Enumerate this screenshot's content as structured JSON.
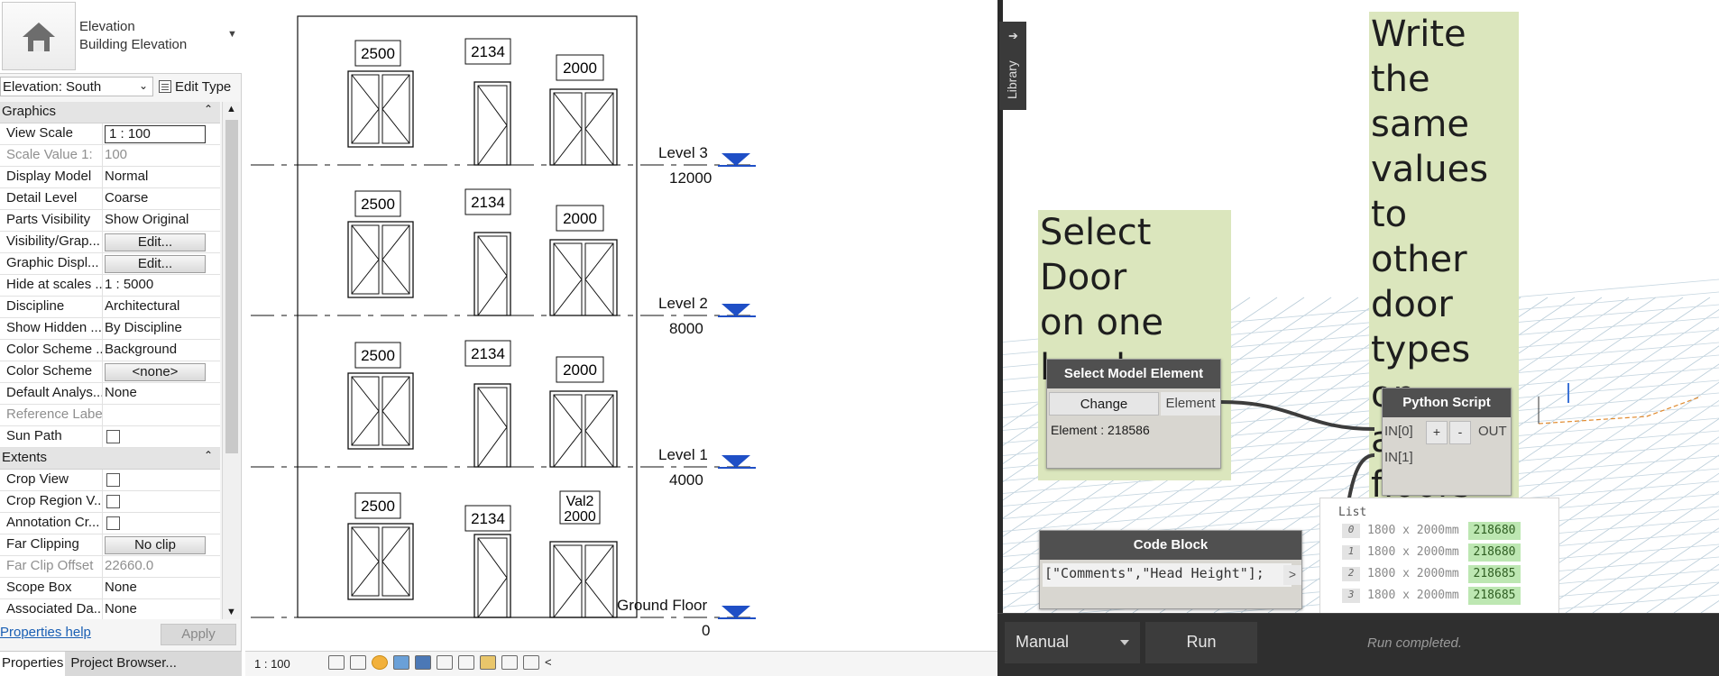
{
  "properties": {
    "type_name": [
      "Elevation",
      "Building Elevation"
    ],
    "view_selector": "Elevation: South",
    "edit_type": "Edit Type",
    "sections": {
      "graphics": "Graphics",
      "extents": "Extents"
    },
    "graphics_rows": [
      {
        "name": "View Scale",
        "value": "1 : 100",
        "kind": "box"
      },
      {
        "name": "Scale Value    1:",
        "value": "100",
        "kind": "grey"
      },
      {
        "name": "Display Model",
        "value": "Normal",
        "kind": "text"
      },
      {
        "name": "Detail Level",
        "value": "Coarse",
        "kind": "text"
      },
      {
        "name": "Parts Visibility",
        "value": "Show Original",
        "kind": "text"
      },
      {
        "name": "Visibility/Grap...",
        "value": "Edit...",
        "kind": "button"
      },
      {
        "name": "Graphic Displ...",
        "value": "Edit...",
        "kind": "button"
      },
      {
        "name": "Hide at scales ...",
        "value": "1 : 5000",
        "kind": "text"
      },
      {
        "name": "Discipline",
        "value": "Architectural",
        "kind": "text"
      },
      {
        "name": "Show Hidden ...",
        "value": "By Discipline",
        "kind": "text"
      },
      {
        "name": "Color Scheme ...",
        "value": "Background",
        "kind": "text"
      },
      {
        "name": "Color Scheme",
        "value": "<none>",
        "kind": "button"
      },
      {
        "name": "Default Analys...",
        "value": "None",
        "kind": "text"
      },
      {
        "name": "Reference Label",
        "value": "",
        "kind": "greyname"
      },
      {
        "name": "Sun Path",
        "value": "",
        "kind": "check"
      }
    ],
    "extents_rows": [
      {
        "name": "Crop View",
        "value": "",
        "kind": "check"
      },
      {
        "name": "Crop Region V...",
        "value": "",
        "kind": "check"
      },
      {
        "name": "Annotation Cr...",
        "value": "",
        "kind": "check"
      },
      {
        "name": "Far Clipping",
        "value": "No clip",
        "kind": "button"
      },
      {
        "name": "Far Clip Offset",
        "value": "22660.0",
        "kind": "greyall"
      },
      {
        "name": "Scope Box",
        "value": "None",
        "kind": "text"
      },
      {
        "name": "Associated Da...",
        "value": "None",
        "kind": "text"
      }
    ],
    "help_link": "Properties help",
    "apply": "Apply",
    "tabs": [
      "Properties",
      "Project Browser..."
    ]
  },
  "drawing": {
    "levels": [
      {
        "name": "Level 3",
        "elev": "12000"
      },
      {
        "name": "Level 2",
        "elev": "8000"
      },
      {
        "name": "Level 1",
        "elev": "4000"
      },
      {
        "name": "Ground Floor",
        "elev": "0"
      }
    ],
    "door_tags": [
      [
        "2500",
        "2134",
        "2000"
      ],
      [
        "2500",
        "2134",
        "2000"
      ],
      [
        "2500",
        "2134",
        "2000"
      ],
      [
        "2500",
        "2134",
        "Val2",
        "2000"
      ]
    ],
    "scale": "1 : 100"
  },
  "dynamo": {
    "library": "Library",
    "notes": {
      "left": [
        "Select Door",
        "on one",
        "level"
      ],
      "right": [
        "Write",
        "the same",
        "values to",
        "other",
        "door",
        "types on",
        "above",
        "floors"
      ]
    },
    "select_node": {
      "title": "Select Model Element",
      "change": "Change",
      "port": "Element",
      "info": "Element : 218586"
    },
    "python_node": {
      "title": "Python Script",
      "in0": "IN[0]",
      "in1": "IN[1]",
      "plus": "+",
      "minus": "-",
      "out": "OUT"
    },
    "code_block": {
      "title": "Code Block",
      "code": "[\"Comments\",\"Head Height\"];",
      "out": ">"
    },
    "list_preview": {
      "header": "List",
      "items": [
        {
          "index": "0",
          "text": "1800 x 2000mm",
          "value": "218680"
        },
        {
          "index": "1",
          "text": "1800 x 2000mm",
          "value": "218680"
        },
        {
          "index": "2",
          "text": "1800 x 2000mm",
          "value": "218685"
        },
        {
          "index": "3",
          "text": "1800 x 2000mm",
          "value": "218685"
        }
      ]
    },
    "run_mode": "Manual",
    "run": "Run",
    "status": "Run completed."
  }
}
